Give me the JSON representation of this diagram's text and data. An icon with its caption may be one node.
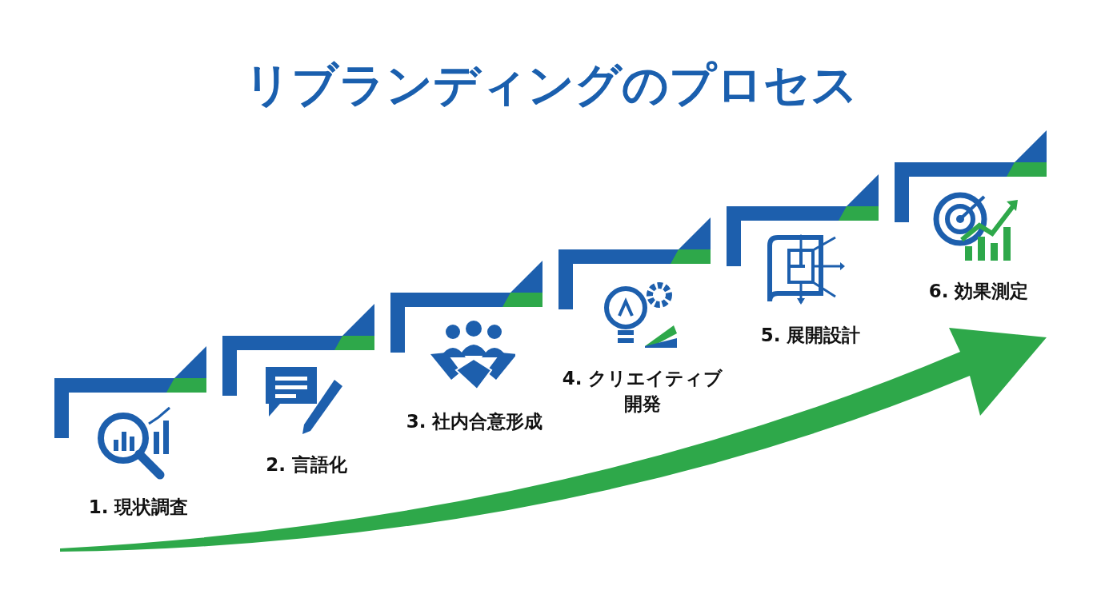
{
  "diagram": {
    "title": "リブランディングのプロセス",
    "nodes": [
      {
        "text": [
          "1. 現状調査"
        ]
      },
      {
        "text": [
          "2. 言語化"
        ]
      },
      {
        "text": [
          "3. 社内合意形成"
        ]
      },
      {
        "text": [
          "4. クリエイティブ開発"
        ]
      },
      {
        "text": [
          "5. 展開設計"
        ]
      },
      {
        "text": [
          "6. 効果測定"
        ]
      }
    ],
    "edges": []
  }
}
